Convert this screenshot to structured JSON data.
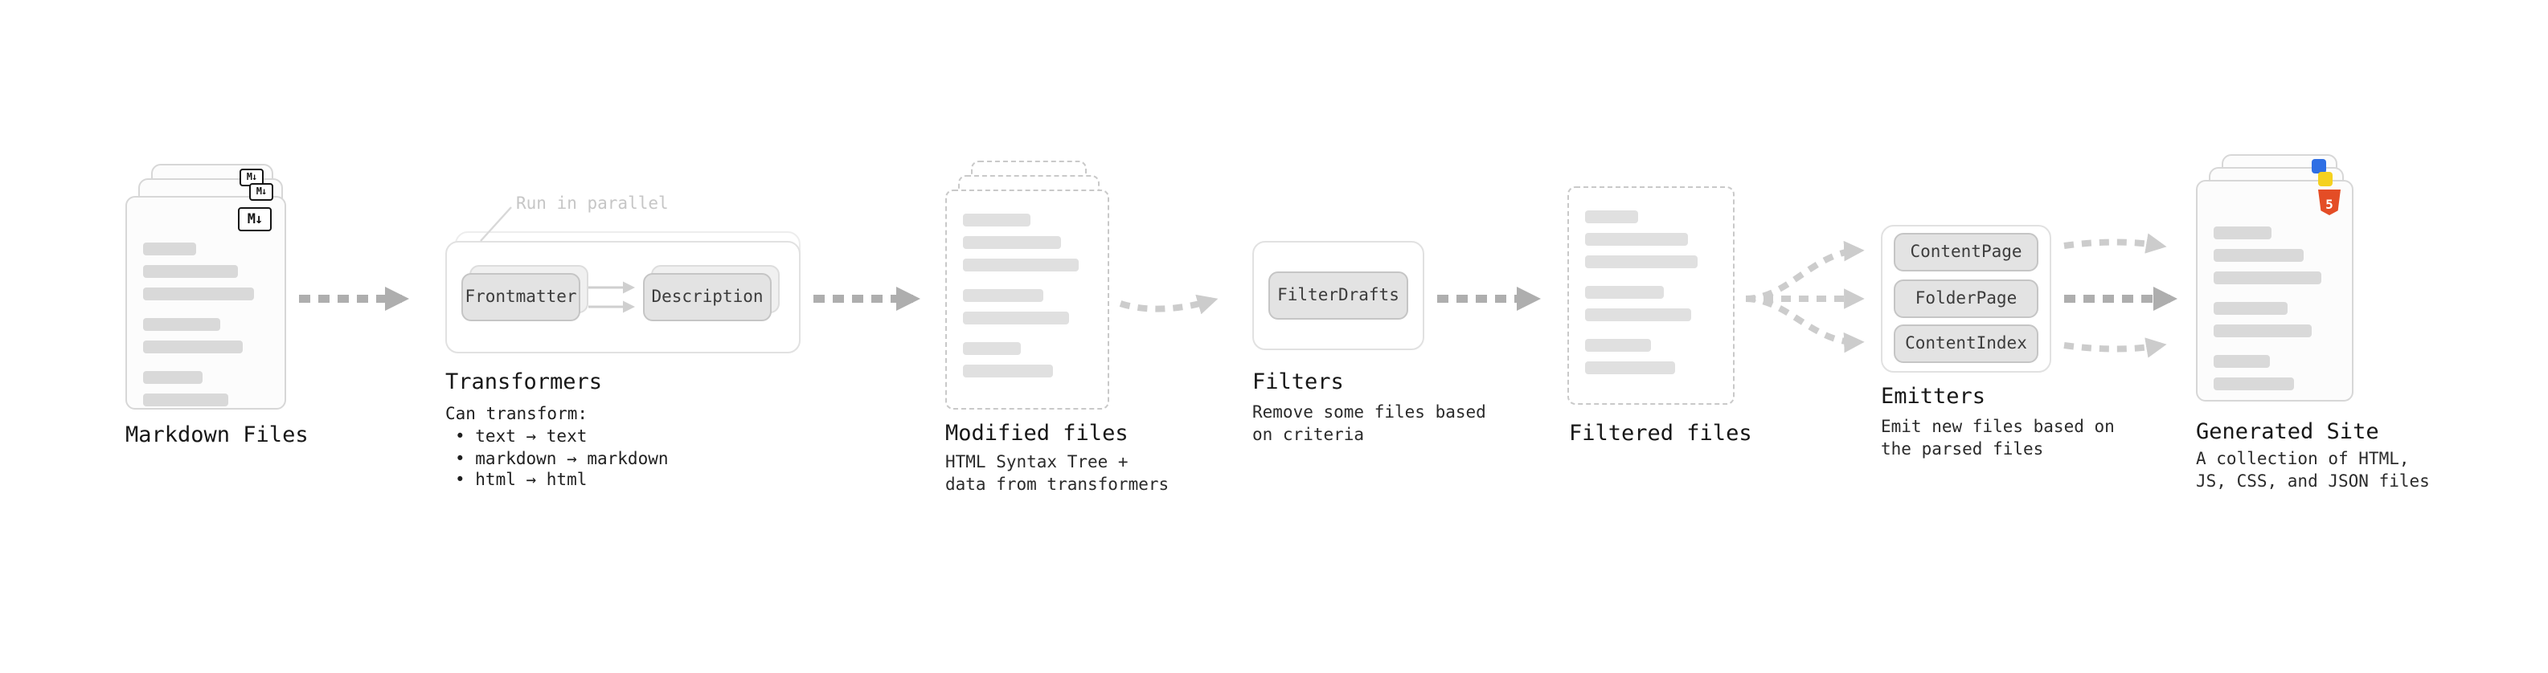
{
  "diagram": {
    "markdown_files": {
      "label": "Markdown Files"
    },
    "transformers": {
      "label": "Transformers",
      "annotation": "Run in parallel",
      "chips": [
        "Frontmatter",
        "Description"
      ],
      "can_transform_title": "Can transform:",
      "bullets": [
        "• text → text",
        "• markdown → markdown",
        "• html → html"
      ]
    },
    "modified_files": {
      "label": "Modified files",
      "subtitle": "HTML Syntax Tree +\ndata from transformers"
    },
    "filters": {
      "label": "Filters",
      "chips": [
        "FilterDrafts"
      ],
      "subtitle": "Remove some files based\non criteria"
    },
    "filtered_files": {
      "label": "Filtered files"
    },
    "emitters": {
      "label": "Emitters",
      "chips": [
        "ContentPage",
        "FolderPage",
        "ContentIndex"
      ],
      "subtitle": "Emit new files based on\nthe parsed files"
    },
    "generated_site": {
      "label": "Generated Site",
      "subtitle": "A collection of HTML,\nJS, CSS, and JSON files"
    },
    "icons": {
      "markdown": "M↓",
      "html5": "5"
    },
    "colors": {
      "arrow": "#aeaeae",
      "arrow_light": "#cccccc",
      "card_border": "#d7d7d7",
      "dashed_border": "#c9c9c9",
      "bar": "#d9d9d9",
      "chip_fill": "#e3e3e3",
      "chip_border": "#c5c5c5",
      "label_text": "#171717",
      "muted_text": "#c6c6c6",
      "html5_orange": "#e44d26",
      "js_yellow": "#f5d11f",
      "json_blue": "#2f6fe4"
    }
  }
}
